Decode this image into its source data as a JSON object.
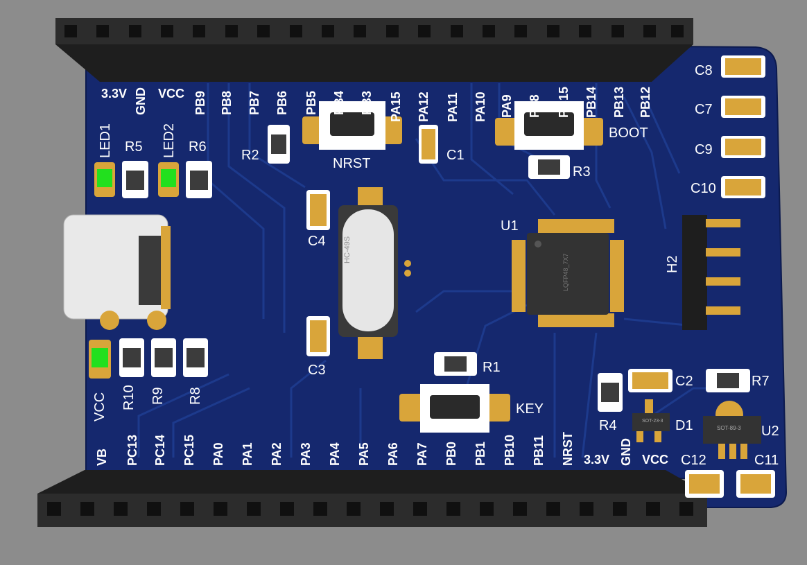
{
  "colors": {
    "background": "#8c8c8c",
    "pcb": "#15286e",
    "header": "#2a2a2a",
    "gold": "#d9a53a",
    "led": "#22e01e",
    "silk": "#ffffff"
  },
  "top_pins": [
    "3.3V",
    "GND",
    "VCC",
    "PB9",
    "PB8",
    "PB7",
    "PB6",
    "PB5",
    "PB4",
    "PB3",
    "PA15",
    "PA12",
    "PA11",
    "PA10",
    "PA9",
    "PA8",
    "PB15",
    "PB14",
    "PB13",
    "PB12"
  ],
  "bottom_pins": [
    "VB",
    "PC13",
    "PC14",
    "PC15",
    "PA0",
    "PA1",
    "PA2",
    "PA3",
    "PA4",
    "PA5",
    "PA6",
    "PA7",
    "PB0",
    "PB1",
    "PB10",
    "PB11",
    "NRST",
    "3.3V",
    "GND",
    "VCC"
  ],
  "designators": {
    "led1": "LED1",
    "led2": "LED2",
    "r5": "R5",
    "r6": "R6",
    "r2": "R2",
    "nrst": "NRST",
    "c1": "C1",
    "boot": "BOOT",
    "r3": "R3",
    "c8": "C8",
    "c7": "C7",
    "c9": "C9",
    "c10": "C10",
    "c4": "C4",
    "u1": "U1",
    "h2": "H2",
    "c3": "C3",
    "vcc": "VCC",
    "r10": "R10",
    "r9": "R9",
    "r8": "R8",
    "r1": "R1",
    "key": "KEY",
    "c2": "C2",
    "r7": "R7",
    "r4": "R4",
    "d1": "D1",
    "u2": "U2",
    "c12": "C12",
    "c11": "C11"
  },
  "chip_marks": {
    "crystal": "HC-49S",
    "mcu": "LQFP48_7X7",
    "d1": "SOT-23-3",
    "u2": "SOT-89-3"
  }
}
